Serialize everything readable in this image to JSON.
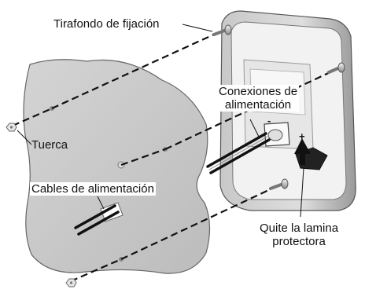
{
  "labels": {
    "lag_screw": "Tirafondo de fijación",
    "power_connections_line1": "Conexiones de",
    "power_connections_line2": "alimentación",
    "nut": "Tuerca",
    "power_cables": "Cables de alimentación",
    "remove_film_line1": "Quite la lamina",
    "remove_film_line2": "protectora"
  },
  "terminal_marks": {
    "minus": "-",
    "plus": "+"
  }
}
